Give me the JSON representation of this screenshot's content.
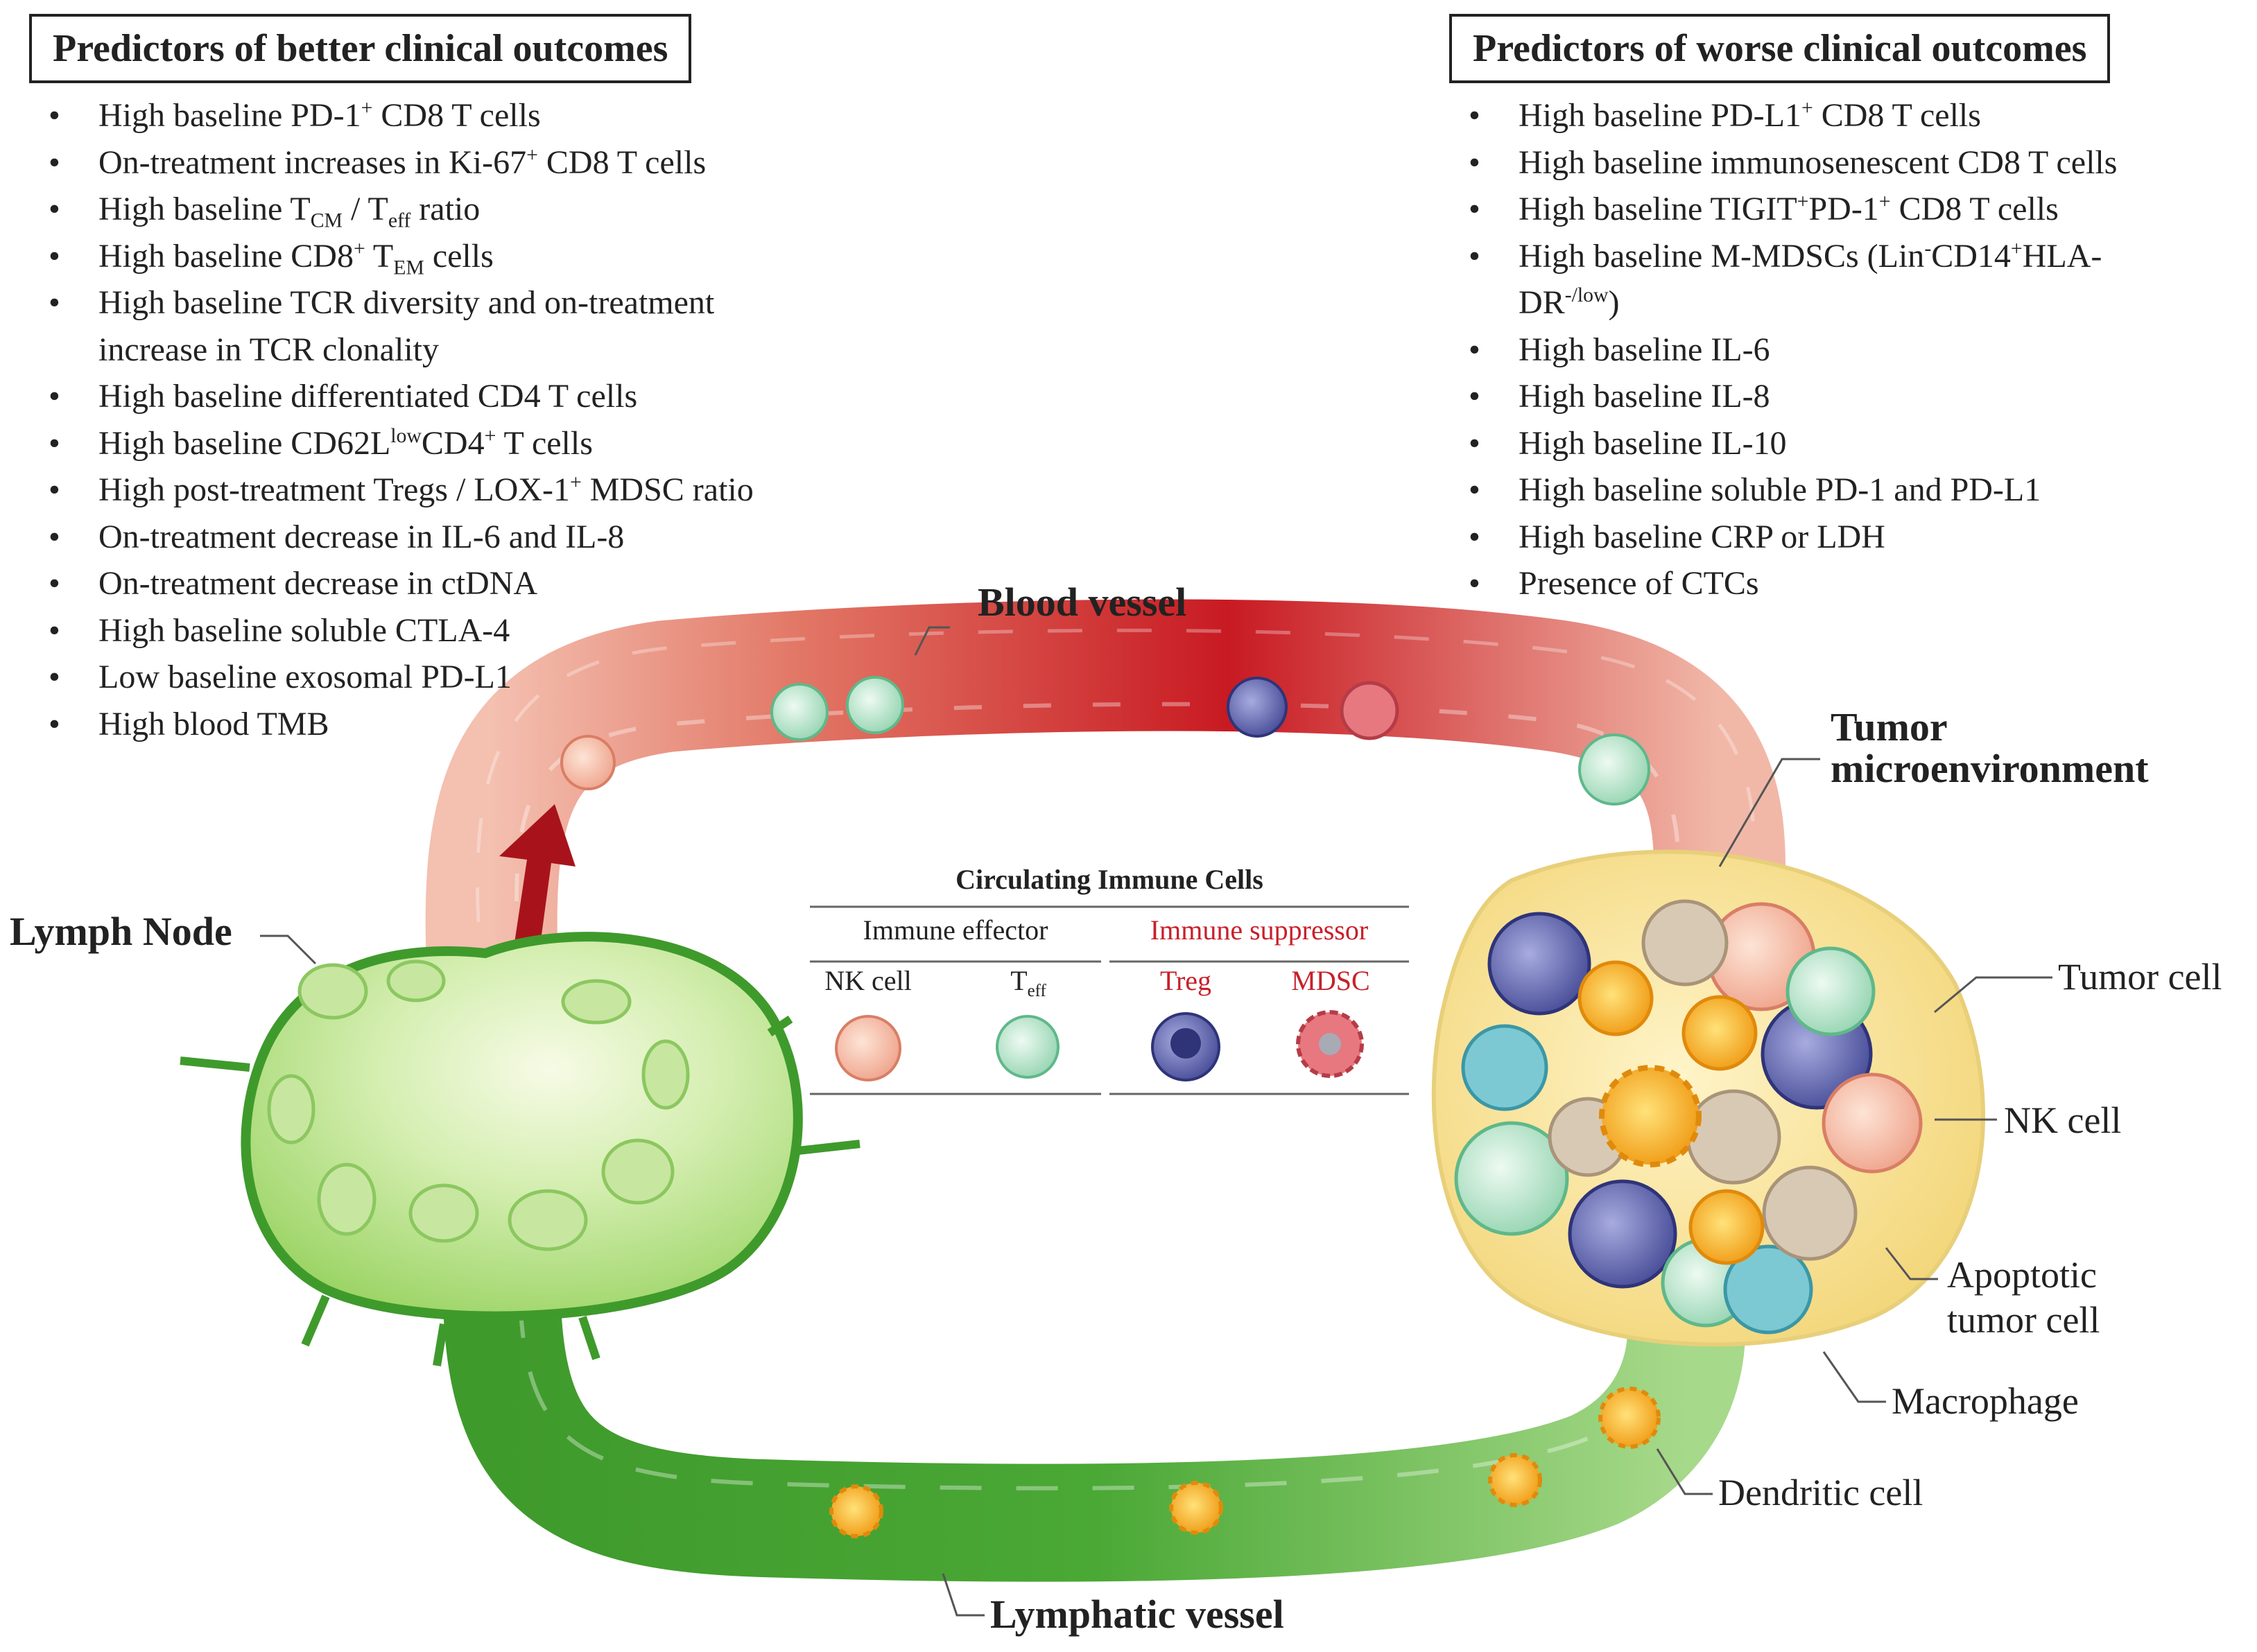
{
  "better": {
    "title": "Predictors of better clinical outcomes",
    "items": [
      {
        "a": "High baseline PD-1",
        "sup1": "+",
        "b": " CD8 T cells"
      },
      {
        "a": "On-treatment increases in Ki-67",
        "sup1": "+",
        "b": " CD8 T cells"
      },
      {
        "a": "High baseline T",
        "sub1": "CM",
        "b": " / T",
        "sub2": "eff",
        "c": "  ratio"
      },
      {
        "a": "High baseline CD8",
        "sup1": "+",
        "b": " T",
        "sub1": "EM",
        "c": " cells"
      },
      {
        "a": "High baseline TCR diversity and on-treatment",
        "cont": "increase in TCR clonality"
      },
      {
        "a": "High baseline differentiated CD4 T cells"
      },
      {
        "a": "High baseline CD62L",
        "sup1": "low",
        "b": "CD4",
        "sup2": "+",
        "c": " T cells"
      },
      {
        "a": "High post-treatment Tregs / LOX-1",
        "sup1": "+",
        "b": " MDSC ratio"
      },
      {
        "a": "On-treatment decrease in IL-6 and IL-8"
      },
      {
        "a": "On-treatment decrease in ctDNA"
      },
      {
        "a": "High baseline soluble CTLA-4"
      },
      {
        "a": "Low baseline exosomal PD-L1"
      },
      {
        "a": "High blood TMB"
      }
    ]
  },
  "worse": {
    "title": "Predictors of worse clinical outcomes",
    "items": [
      {
        "a": "High baseline PD-L1",
        "sup1": "+",
        "b": " CD8 T cells"
      },
      {
        "a": "High baseline immunosenescent CD8 T cells"
      },
      {
        "a": "High baseline TIGIT",
        "sup1": "+",
        "b": "PD-1",
        "sup2": "+",
        "c": " CD8 T cells"
      },
      {
        "a": "High baseline M-MDSCs (Lin",
        "sup1": "-",
        "b": "CD14",
        "sup2": "+",
        "c": "HLA-",
        "cont": "DR",
        "contsup": "-/low",
        "contend": ")"
      },
      {
        "a": "High baseline IL-6"
      },
      {
        "a": "High baseline IL-8"
      },
      {
        "a": "High baseline IL-10"
      },
      {
        "a": "High baseline soluble PD-1 and PD-L1"
      },
      {
        "a": "High baseline CRP or LDH"
      },
      {
        "a": "Presence of CTCs"
      }
    ]
  },
  "labels": {
    "blood_vessel": "Blood vessel",
    "lymphatic_vessel": "Lymphatic vessel",
    "lymph_node": "Lymph Node",
    "tme_line1": "Tumor",
    "tme_line2": "microenvironment",
    "tumor_cell": "Tumor cell",
    "nk_cell": "NK cell",
    "apoptotic_line1": "Apoptotic",
    "apoptotic_line2": "tumor cell",
    "macrophage": "Macrophage",
    "dendritic_cell": "Dendritic cell"
  },
  "legend": {
    "title": "Circulating Immune Cells",
    "effector": "Immune effector",
    "suppressor": "Immune suppressor",
    "nk": "NK cell",
    "teff_main": "T",
    "teff_sub": "eff",
    "treg": "Treg",
    "mdsc": "MDSC"
  },
  "colors": {
    "blood_red": "#c8202a",
    "lymph_green": "#3f9a2c",
    "node_green": "#8fcf55",
    "suppressor_text": "#c8202a",
    "nk_pink": "#f3b59c",
    "teff_mint": "#b7e6cc",
    "treg_blue": "#5a5fa8",
    "mdsc_pink": "#e7787f",
    "dendritic_orange": "#f5a623"
  }
}
